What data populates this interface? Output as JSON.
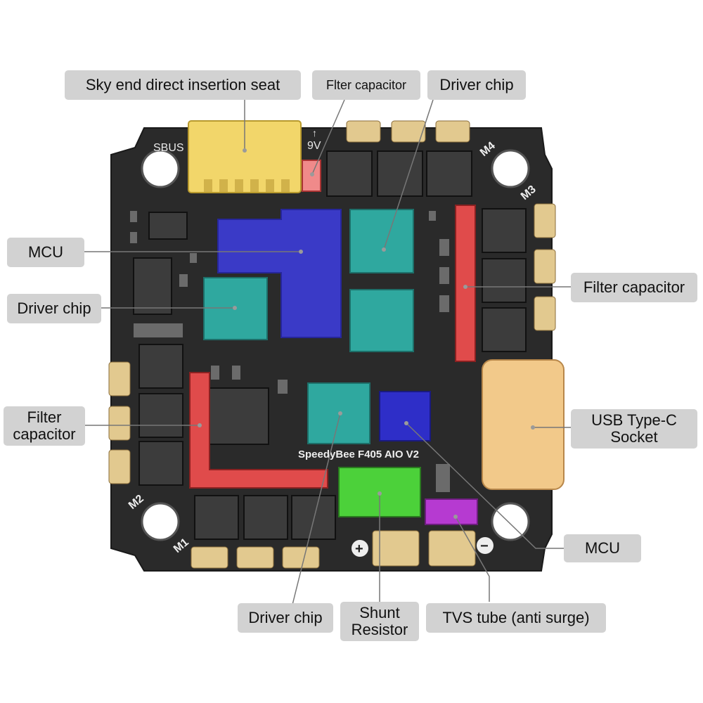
{
  "callouts": {
    "sky_end": "Sky end direct insertion seat",
    "filter_cap_top": "Flter capacitor",
    "driver_top": "Driver chip",
    "mcu_left": "MCU",
    "driver_left": "Driver chip",
    "filter_cap_left_1": "Filter",
    "filter_cap_left_2": "capacitor",
    "filter_cap_right": "Filter capacitor",
    "usb_1": "USB Type-C",
    "usb_2": "Socket",
    "mcu_right": "MCU",
    "driver_bottom": "Driver chip",
    "shunt_1": "Shunt",
    "shunt_2": "Resistor",
    "tvs": "TVS tube (anti surge)"
  },
  "board": {
    "model": "SpeedyBee F405 AIO V2",
    "sbus": "SBUS",
    "arrow_9v": "↑",
    "volt_9v": "9V",
    "m1": "M1",
    "m2": "M2",
    "m3": "M3",
    "m4": "M4",
    "plus": "+",
    "minus": "−"
  },
  "colors": {
    "pcb": "#2b2b2b",
    "mcu_highlight": "#3b3bd0",
    "driver_highlight": "#2fa89f",
    "capacitor_highlight": "#e04b4b",
    "usb_highlight": "#f2c98a",
    "shunt_highlight": "#4cd13a",
    "tvs_highlight": "#b63ad1",
    "header_highlight": "#f2d66a",
    "gold_pad": "#e2c98f"
  }
}
